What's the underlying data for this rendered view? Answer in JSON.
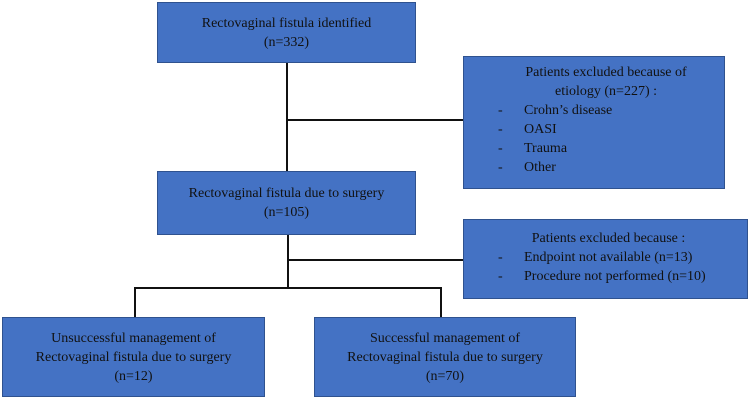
{
  "boxes": {
    "identified": {
      "line1": "Rectovaginal fistula identified",
      "line2": "(n=332)"
    },
    "excluded_etiology": {
      "line1": "Patients excluded because of",
      "line2": "etiology (n=227) :",
      "items": [
        "Crohn’s disease",
        "OASI",
        "Trauma",
        "Other"
      ]
    },
    "due_to_surgery": {
      "line1": "Rectovaginal fistula due to surgery",
      "line2": "(n=105)"
    },
    "excluded_other": {
      "line1": "Patients excluded because :",
      "items": [
        "Endpoint not available (n=13)",
        "Procedure not performed (n=10)"
      ]
    },
    "unsuccessful": {
      "line1": "Unsuccessful management of",
      "line2": "Rectovaginal fistula due to surgery",
      "line3": "(n=12)"
    },
    "successful": {
      "line1": "Successful management of",
      "line2": "Rectovaginal fistula due to surgery",
      "line3": "(n=70)"
    }
  },
  "colors": {
    "box_fill": "#4472c4",
    "box_border": "#2f528f",
    "connector": "#111111"
  }
}
